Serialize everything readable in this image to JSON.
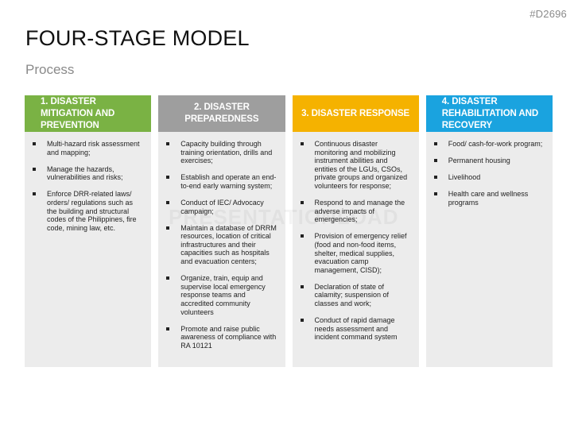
{
  "slide_id": "#D2696",
  "title": "FOUR-STAGE MODEL",
  "subtitle": "Process",
  "watermark": "PRESENTATIONLOAD",
  "colors": {
    "stage1": "#7ab244",
    "stage2": "#9e9e9e",
    "stage3": "#f5b200",
    "stage4": "#1aa3df",
    "panel": "#ececec"
  },
  "stages": [
    {
      "header": "1. Disaster Mitigation and Prevention",
      "items": [
        "Multi-hazard risk assessment and mapping;",
        "Manage the hazards, vulnerabilities and risks;",
        "Enforce DRR-related laws/ orders/ regulations such as the building and structural codes of the Philippines, fire code, mining law, etc."
      ]
    },
    {
      "header": "2. Disaster Preparedness",
      "items": [
        "Capacity building through training orientation, drills and exercises;",
        "Establish and operate an end-to-end early warning system;",
        "Conduct of IEC/ Advocacy campaign;",
        "Maintain a database of DRRM resources, location of critical infrastructures and their capacities such as hospitals and evacuation centers;",
        "Organize, train, equip and supervise local emergency response teams and accredited community volunteers",
        "Promote and raise public awareness of compliance with RA 10121"
      ]
    },
    {
      "header": "3. Disaster Response",
      "items": [
        "Continuous disaster monitoring and mobilizing instrument abilities and entities of the LGUs, CSOs, private groups and organized volunteers for response;",
        "Respond to and manage the adverse impacts of emergencies;",
        "Provision of emergency relief (food and non-food items, shelter, medical supplies, evacuation camp management, CISD);",
        "Declaration of state of calamity; suspension of classes and work;",
        "Conduct of rapid damage needs assessment and incident command system"
      ]
    },
    {
      "header": "4. Disaster Rehabilitation and Recovery",
      "items": [
        "Food/ cash-for-work program;",
        "Permanent housing",
        "Livelihood",
        "Health care and wellness programs"
      ]
    }
  ]
}
